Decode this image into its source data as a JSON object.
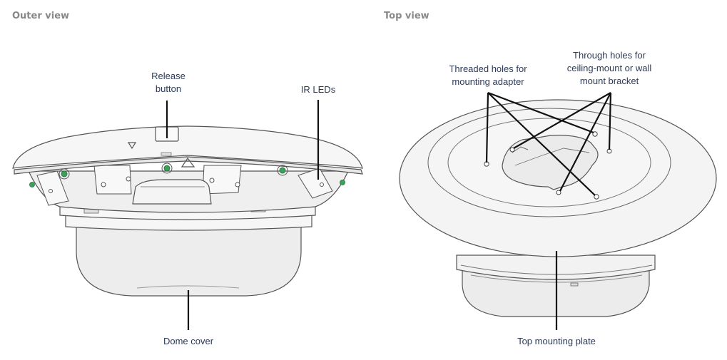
{
  "panels": {
    "left": {
      "title": "Outer view",
      "labels": {
        "release_button": [
          "Release",
          "button"
        ],
        "ir_leds": "IR LEDs",
        "dome_cover": "Dome cover"
      }
    },
    "right": {
      "title": "Top view",
      "labels": {
        "threaded_holes": [
          "Threaded holes for",
          "mounting adapter"
        ],
        "through_holes": [
          "Through holes for",
          "ceiling-mount or wall",
          "mount bracket"
        ],
        "top_mounting_plate": "Top mounting plate"
      }
    }
  },
  "colors": {
    "label_text": "#2c3a57",
    "title_text": "#888888",
    "device_fill": "#f3f3f3",
    "device_stroke": "#555555",
    "led_green": "#3aa35a",
    "callout_line": "#111111"
  }
}
